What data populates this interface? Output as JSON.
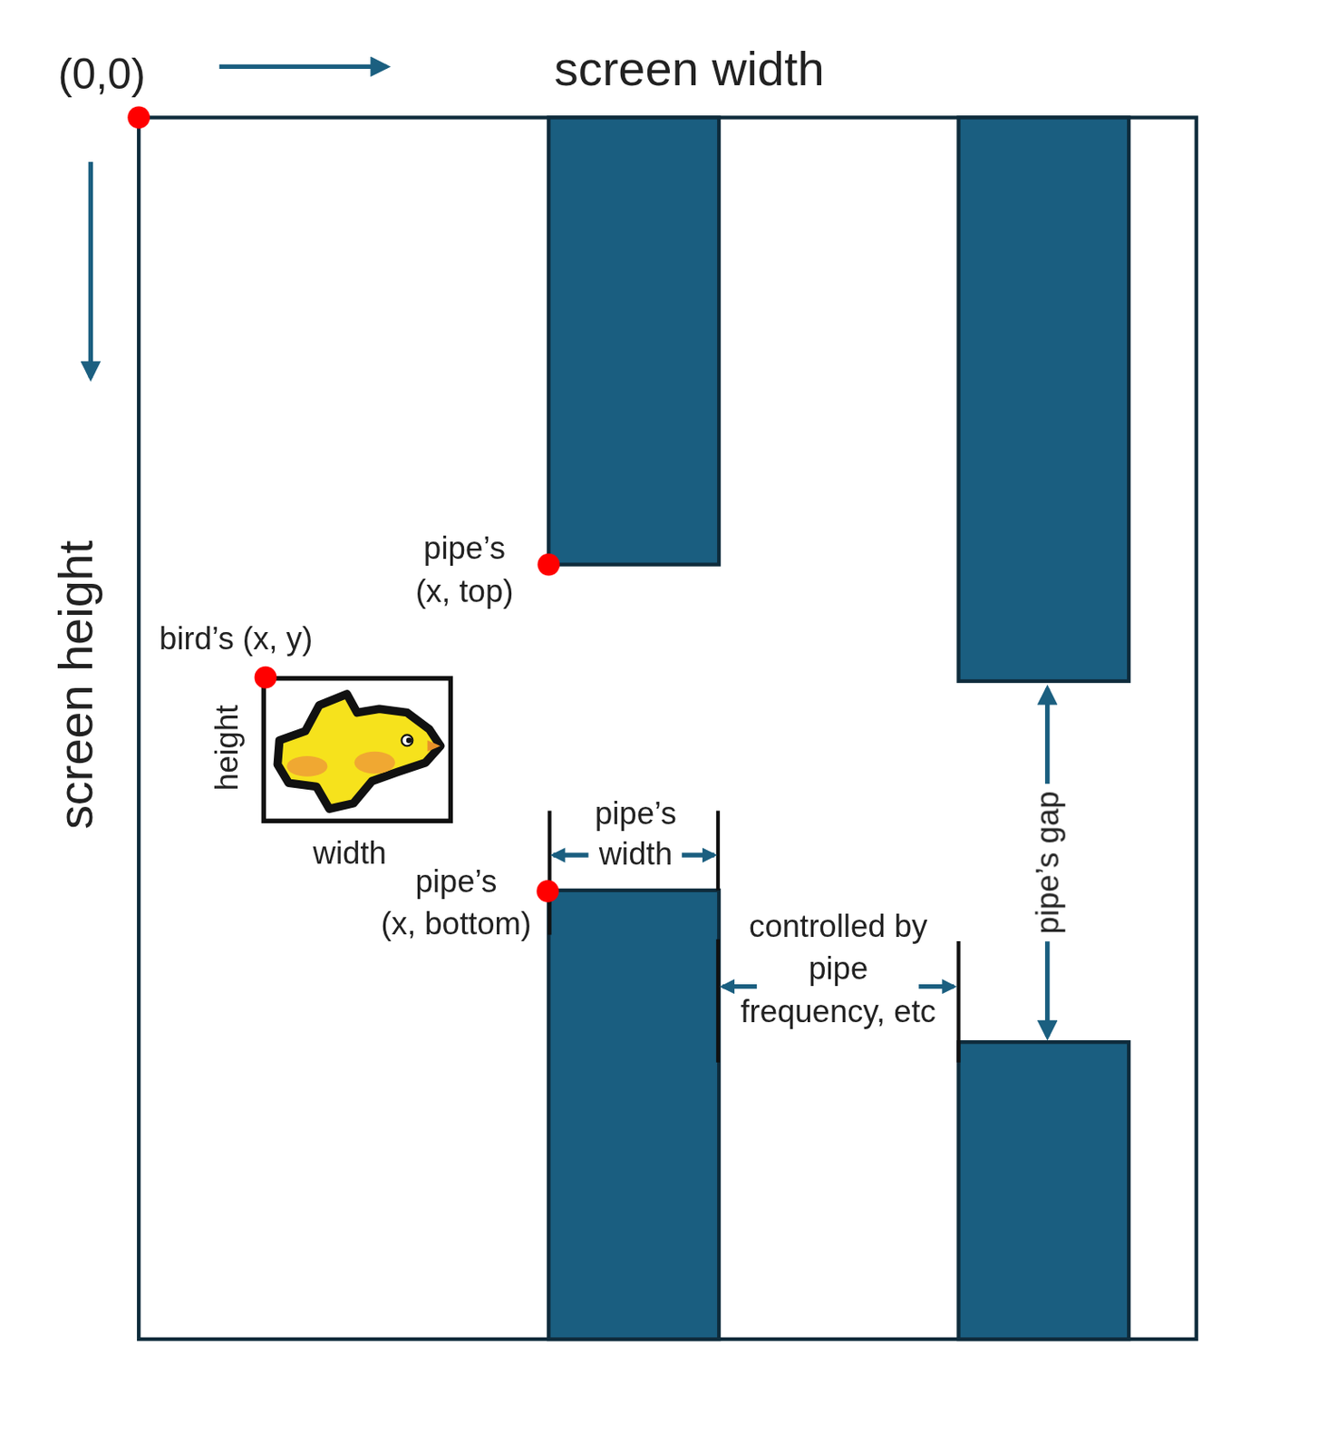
{
  "diagram": {
    "labels": [
      "(0,0)",
      "screen width",
      "screen height",
      "pipe’s (x, top)",
      "bird’s (x, y)",
      "height",
      "width",
      "pipe’s width",
      "pipe’s (x, bottom)",
      "controlled by pipe frequency, etc",
      "pipe’s gap"
    ]
  }
}
